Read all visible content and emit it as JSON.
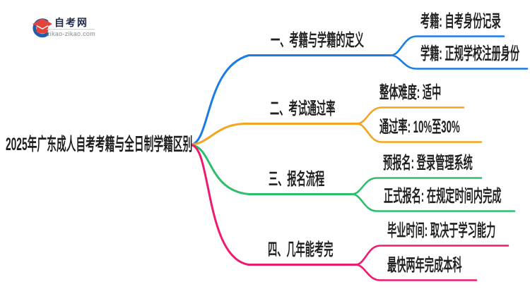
{
  "logo": {
    "site_name": "自考网",
    "site_url": "zikao-zikao.com",
    "brand_blue": "#1E5FAD",
    "brand_red": "#E2433A"
  },
  "central_topic": "2025年广东成人自考考籍与全日制学籍区别",
  "text_color": "#1F1F1F",
  "branches": [
    {
      "label": "一、考籍与学籍的定义",
      "color": "#1B7CE4",
      "children": [
        "考籍: 自考身份记录",
        "学籍: 正规学校注册身份"
      ]
    },
    {
      "label": "二、考试通过率",
      "color": "#F5A51D",
      "children": [
        "整体难度: 适中",
        "通过率: 10%至30%"
      ]
    },
    {
      "label": "三、报名流程",
      "color": "#2DBE6A",
      "children": [
        "预报名: 登录管理系统",
        "正式报名: 在规定时间内完成"
      ]
    },
    {
      "label": "四、几年能考完",
      "color": "#EF1A70",
      "children": [
        "毕业时间: 取决于学习能力",
        "最快两年完成本科"
      ]
    }
  ]
}
